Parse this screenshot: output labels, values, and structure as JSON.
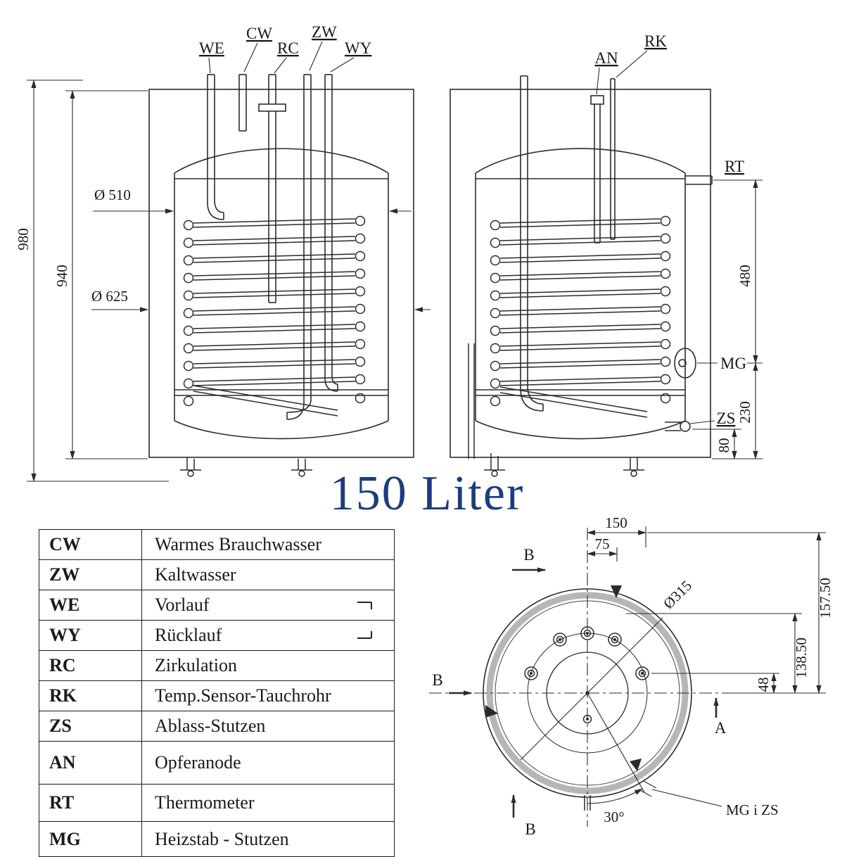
{
  "title": "150 Liter",
  "colors": {
    "line": "#2b2b2b",
    "title_blue": "#1c3c7e",
    "insulation_gray": "#b6b6b6"
  },
  "front_view": {
    "port_labels": {
      "we": "WE",
      "cw": "CW",
      "rc": "RC",
      "zw": "ZW",
      "wy": "WY"
    },
    "dimensions": {
      "total_height": "980",
      "body_height": "940",
      "inner_diameter": "Ø 510",
      "outer_diameter": "Ø 625"
    }
  },
  "side_view": {
    "labels": {
      "an": "AN",
      "rk": "RK",
      "rt": "RT",
      "mg": "MG",
      "zs": "ZS"
    },
    "dimensions": {
      "coil_span": "480",
      "mg_height": "230",
      "zs_height": "80"
    }
  },
  "top_view": {
    "dimensions": {
      "offset_150": "150",
      "offset_75": "75",
      "flange_diameter": "Ø315",
      "radius_157": "157.50",
      "radius_138": "138.50",
      "offset_48": "48",
      "angle_30": "30°"
    },
    "labels": {
      "section_b": "B",
      "section_a": "A",
      "mg_zs": "MG i ZS"
    }
  },
  "legend": {
    "rows": [
      {
        "abbr": "CW",
        "desc": "Warmes Brauchwasser"
      },
      {
        "abbr": "ZW",
        "desc": "Kaltwasser"
      },
      {
        "abbr": "WE",
        "desc": "Vorlauf"
      },
      {
        "abbr": "WY",
        "desc": "Rücklauf"
      },
      {
        "abbr": "RC",
        "desc": "Zirkulation"
      },
      {
        "abbr": "RK",
        "desc": "Temp.Sensor-Tauchrohr"
      },
      {
        "abbr": "ZS",
        "desc": "Ablass-Stutzen"
      },
      {
        "abbr": "AN",
        "desc": "Opferanode"
      },
      {
        "abbr": "RT",
        "desc": "Thermometer"
      },
      {
        "abbr": "MG",
        "desc": "Heizstab - Stutzen"
      }
    ]
  }
}
